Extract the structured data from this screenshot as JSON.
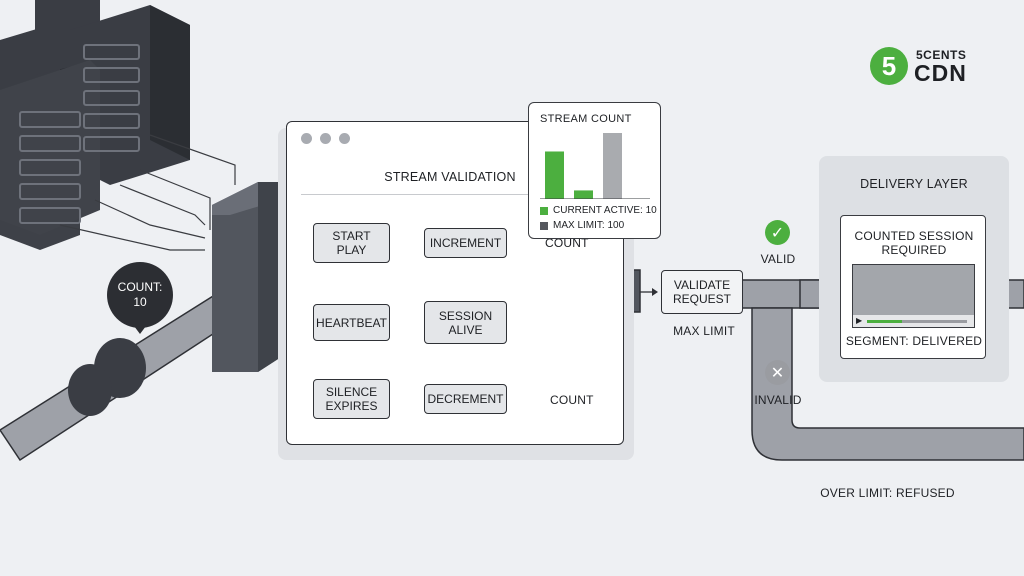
{
  "logo": {
    "mark": "5",
    "line1": "5CENTS",
    "line2": "CDN"
  },
  "count_bubble": {
    "line1": "COUNT:",
    "line2": "10"
  },
  "window": {
    "title": "STREAM VALIDATION"
  },
  "nodes": {
    "start_play": "START\nPLAY",
    "increment": "INCREMENT",
    "heartbeat": "HEARTBEAT",
    "session_alive": "SESSION\nALIVE",
    "silence_expires": "SILENCE\nEXPIRES",
    "decrement": "DECREMENT",
    "validate_request": "VALIDATE\nREQUEST"
  },
  "labels": {
    "count_top": "COUNT",
    "count_bottom": "COUNT",
    "max_limit": "MAX LIMIT",
    "valid": "VALID",
    "invalid": "INVALID",
    "over_limit": "OVER LIMIT: REFUSED"
  },
  "popup": {
    "title": "STREAM COUNT",
    "legend_active": "CURRENT ACTIVE: 10",
    "legend_max": "MAX LIMIT: 100"
  },
  "chart_data": {
    "type": "bar",
    "categories": [
      "",
      "",
      ""
    ],
    "series": [
      {
        "values": [
          0.72,
          0.13,
          1.0
        ]
      }
    ],
    "colors": [
      "#4caf3f",
      "#4caf3f",
      "#a9abaf"
    ],
    "grid": false
  },
  "delivery": {
    "title": "DELIVERY LAYER",
    "panel_title_line1": "COUNTED SESSION",
    "panel_title_line2": "REQUIRED",
    "segment_status": "SEGMENT: DELIVERED",
    "playback_progress": 0.35
  },
  "colors": {
    "accent_green": "#4caf3f",
    "invalid_grey": "#9a9ca1",
    "server_dark": "#3a3d44",
    "pipe_grey": "#9ea1a8"
  },
  "icons": {
    "valid": "check-icon",
    "invalid": "x-icon"
  }
}
